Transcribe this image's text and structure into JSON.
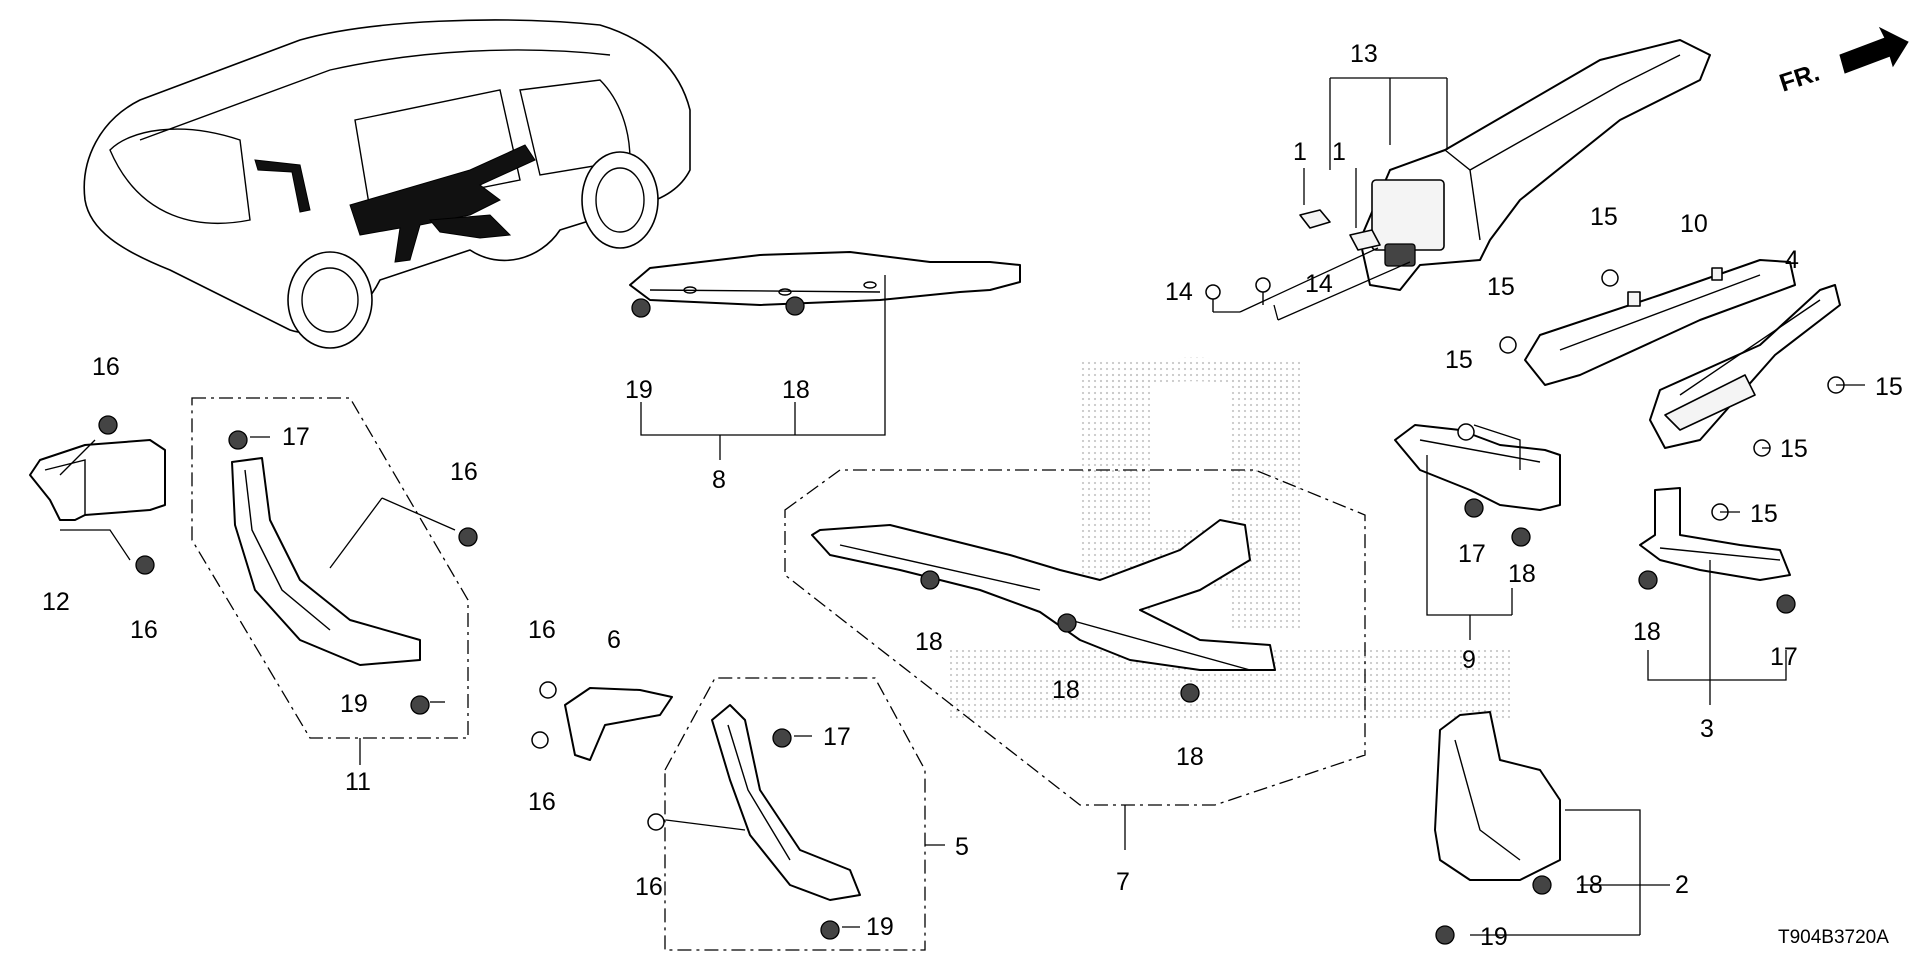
{
  "diagram": {
    "diagram_code": "T904B3720A",
    "front_marker": "FR.",
    "callouts": [
      {
        "id": "c13",
        "text": "13"
      },
      {
        "id": "c1a",
        "text": "1"
      },
      {
        "id": "c1b",
        "text": "1"
      },
      {
        "id": "c14a",
        "text": "14"
      },
      {
        "id": "c14b",
        "text": "14"
      },
      {
        "id": "c10",
        "text": "10"
      },
      {
        "id": "c4",
        "text": "4"
      },
      {
        "id": "c15a",
        "text": "15"
      },
      {
        "id": "c15b",
        "text": "15"
      },
      {
        "id": "c15c",
        "text": "15"
      },
      {
        "id": "c15d",
        "text": "15"
      },
      {
        "id": "c15e",
        "text": "15"
      },
      {
        "id": "c15f",
        "text": "15"
      },
      {
        "id": "c8",
        "text": "8"
      },
      {
        "id": "c19a",
        "text": "19"
      },
      {
        "id": "c18a",
        "text": "18"
      },
      {
        "id": "c16a",
        "text": "16"
      },
      {
        "id": "c16b",
        "text": "16"
      },
      {
        "id": "c16c",
        "text": "16"
      },
      {
        "id": "c12",
        "text": "12"
      },
      {
        "id": "c17a",
        "text": "17"
      },
      {
        "id": "c19b",
        "text": "19"
      },
      {
        "id": "c11",
        "text": "11"
      },
      {
        "id": "c16d",
        "text": "16"
      },
      {
        "id": "c16e",
        "text": "16"
      },
      {
        "id": "c6",
        "text": "6"
      },
      {
        "id": "c17b",
        "text": "17"
      },
      {
        "id": "c16f",
        "text": "16"
      },
      {
        "id": "c19c",
        "text": "19"
      },
      {
        "id": "c5",
        "text": "5"
      },
      {
        "id": "c18b",
        "text": "18"
      },
      {
        "id": "c18c",
        "text": "18"
      },
      {
        "id": "c18d",
        "text": "18"
      },
      {
        "id": "c7",
        "text": "7"
      },
      {
        "id": "c17c",
        "text": "17"
      },
      {
        "id": "c18e",
        "text": "18"
      },
      {
        "id": "c9",
        "text": "9"
      },
      {
        "id": "c18f",
        "text": "18"
      },
      {
        "id": "c17d",
        "text": "17"
      },
      {
        "id": "c3",
        "text": "3"
      },
      {
        "id": "c18g",
        "text": "18"
      },
      {
        "id": "c2",
        "text": "2"
      },
      {
        "id": "c19d",
        "text": "19"
      }
    ]
  }
}
